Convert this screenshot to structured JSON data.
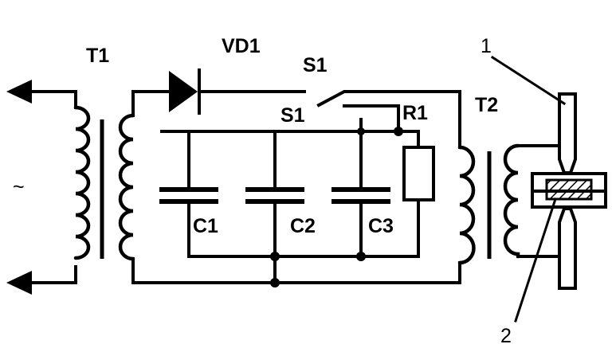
{
  "labels": {
    "t1": "T1",
    "vd1": "VD1",
    "s1_top": "S1",
    "s1_contact": "S1",
    "r1": "R1",
    "t2": "T2",
    "c1": "C1",
    "c2": "C2",
    "c3": "C3",
    "ac": "~",
    "part1": "1",
    "part2": "2"
  }
}
